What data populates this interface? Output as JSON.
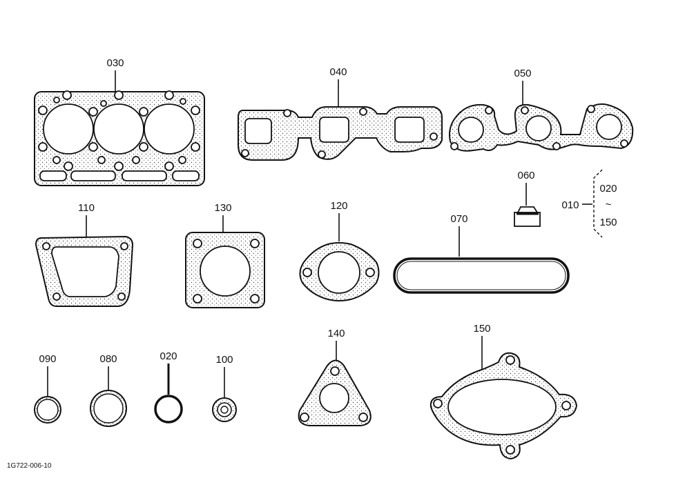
{
  "labels": {
    "p030": "030",
    "p040": "040",
    "p050": "050",
    "p060": "060",
    "p010": "010",
    "range_start": "020",
    "range_tilde": "~",
    "range_end": "150",
    "p110": "110",
    "p130": "130",
    "p120": "120",
    "p070": "070",
    "p090": "090",
    "p080": "080",
    "p020": "020",
    "p100": "100",
    "p140": "140",
    "p150": "150"
  },
  "figure_code": "1G722-006-10"
}
